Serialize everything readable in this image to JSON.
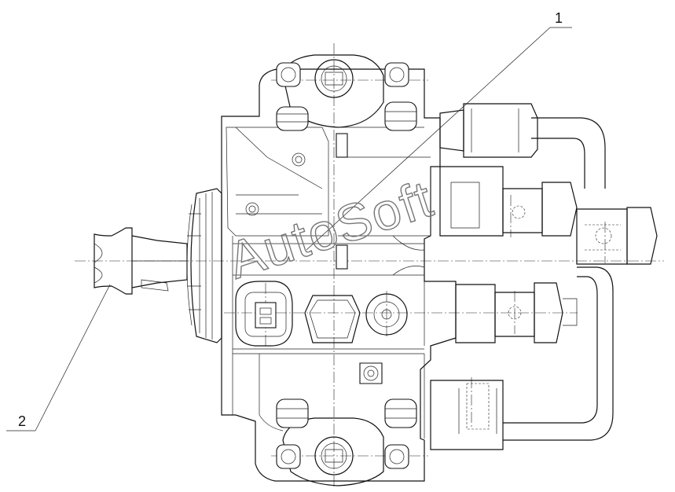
{
  "drawing": {
    "callouts": [
      {
        "label": "1"
      },
      {
        "label": "2"
      }
    ],
    "watermark": "AutoSoft"
  }
}
